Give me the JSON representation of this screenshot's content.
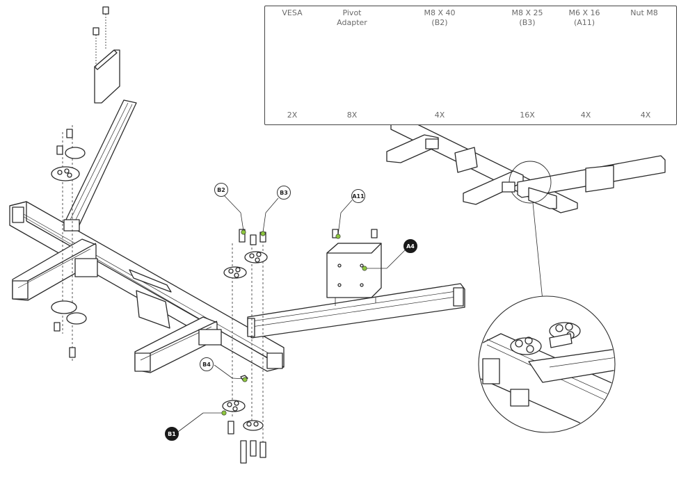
{
  "parts": [
    {
      "name": "VESA",
      "qty": "2X"
    },
    {
      "name": "Pivot\nAdapter",
      "qty": "8X"
    },
    {
      "name": "M8 X 40\n(B2)",
      "qty": "4X"
    },
    {
      "name": "M8 X 25\n(B3)",
      "qty": "16X"
    },
    {
      "name": "M6 X 16\n(A11)",
      "qty": "4X"
    },
    {
      "name": "Nut M8",
      "qty": "4X"
    }
  ],
  "callouts": {
    "b2": "B2",
    "b3": "B3",
    "a11": "A11",
    "a4": "A4",
    "b4": "B4",
    "b1": "B1"
  },
  "colors": {
    "line": "#2a2a2a",
    "marker": "#8dc63f",
    "filled_callout": "#1a1a1a"
  }
}
